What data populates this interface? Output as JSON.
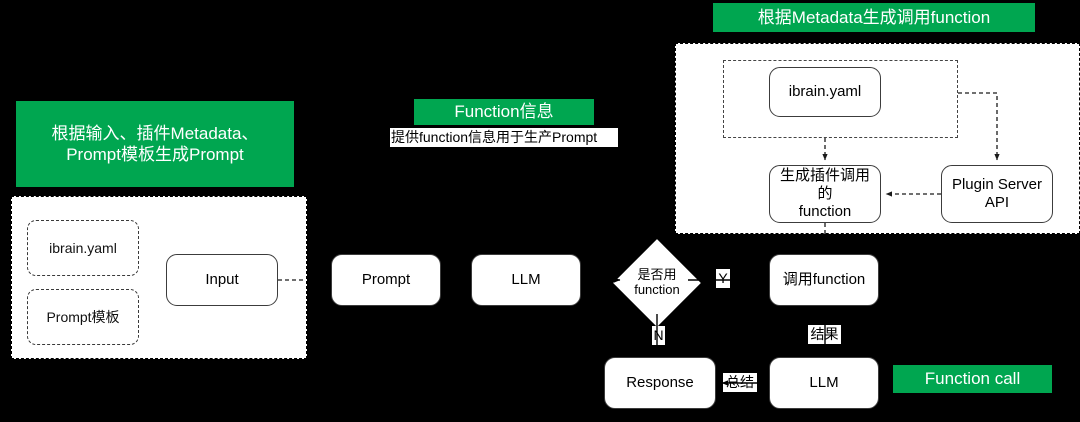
{
  "diagram": {
    "title_left": "根据输入、插件Metadata、\nPrompt模板生成Prompt",
    "title_middle": "Function信息",
    "title_right": "根据Metadata生成调用function",
    "badge_function_call": "Function call",
    "background_color": "#000000",
    "accent_green": "#00A650",
    "node_fill": "#ffffff"
  },
  "left_group": {
    "banner": "根据输入、插件Metadata、\nPrompt模板生成Prompt",
    "items": [
      {
        "label": "ibrain.yaml"
      },
      {
        "label": "Prompt模板"
      }
    ],
    "input_node": "Input"
  },
  "middle_group": {
    "banner": "Function信息",
    "note": "提供function信息用于生产Prompt"
  },
  "right_group": {
    "banner": "根据Metadata生成调用function",
    "yaml_node": "ibrain.yaml",
    "generate_node": "生成插件调用的\nfunction",
    "plugin_node": "Plugin Server\nAPI"
  },
  "flow": {
    "nodes": [
      {
        "id": "prompt",
        "label": "Prompt"
      },
      {
        "id": "llm1",
        "label": "LLM"
      },
      {
        "id": "decision",
        "label": "是否用\nfunction"
      },
      {
        "id": "call_function",
        "label": "调用function"
      },
      {
        "id": "response",
        "label": "Response"
      },
      {
        "id": "llm2",
        "label": "LLM"
      }
    ],
    "edge_labels": [
      {
        "id": "yes",
        "label": "Y"
      },
      {
        "id": "no",
        "label": "N"
      },
      {
        "id": "result",
        "label": "结果"
      },
      {
        "id": "summary",
        "label": "总结"
      }
    ]
  }
}
